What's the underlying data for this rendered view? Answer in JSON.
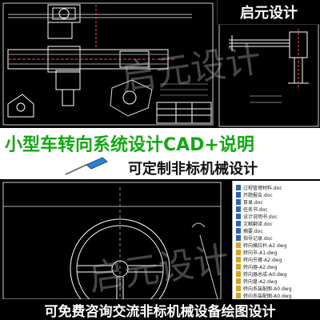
{
  "brand": {
    "text": "启元设计"
  },
  "watermarks": [
    "启元设计",
    "启元设计"
  ],
  "title": {
    "main": "小型车转向系统设计CAD+说明",
    "sub": "可定制非标机械设计"
  },
  "bottom_banner": "可免费咨询交流非标机械设备绘图设计",
  "files": [
    {
      "name": "过程管理材料.doc",
      "type": "doc"
    },
    {
      "name": "开题报告.doc",
      "type": "doc"
    },
    {
      "name": "目录.doc",
      "type": "doc"
    },
    {
      "name": "任务书.doc",
      "type": "doc"
    },
    {
      "name": "设计说明书.doc",
      "type": "doc"
    },
    {
      "name": "文献翻译.doc",
      "type": "doc"
    },
    {
      "name": "摘要.doc",
      "type": "doc"
    },
    {
      "name": "指导记录.doc",
      "type": "doc"
    },
    {
      "name": "转向横拉杆-A2.dwg",
      "type": "dwg"
    },
    {
      "name": "转向节-A1.dwg",
      "type": "dwg"
    },
    {
      "name": "转向节臂-A2.dwg",
      "type": "dwg"
    },
    {
      "name": "转向器-A2.dwg",
      "type": "dwg"
    },
    {
      "name": "转向器总成-A0.dwg",
      "type": "dwg"
    },
    {
      "name": "转向盘-A2.dwg",
      "type": "dwg"
    },
    {
      "name": "转向系装配图-A0.dwg",
      "type": "dwg"
    },
    {
      "name": "转向系装配图-A0.dwg",
      "type": "dwg"
    }
  ]
}
